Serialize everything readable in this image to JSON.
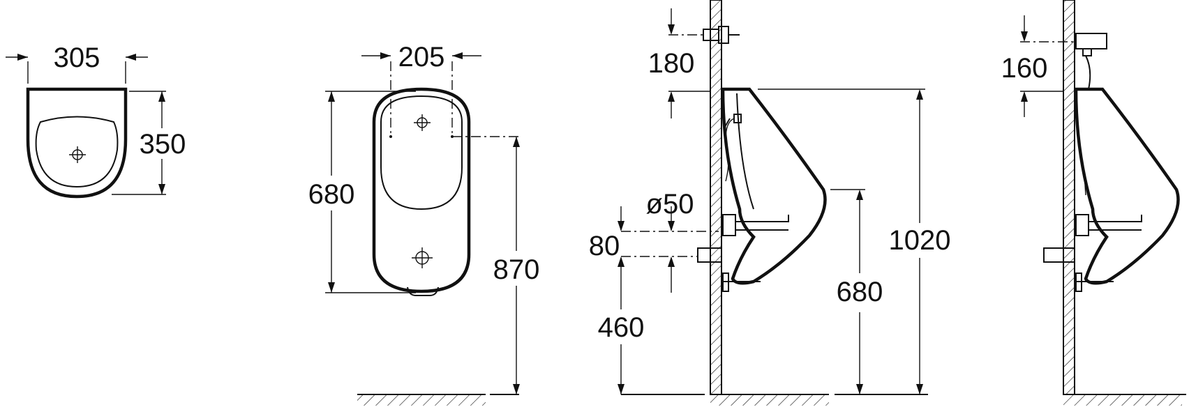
{
  "colors": {
    "line": "#111111",
    "background": "#ffffff"
  },
  "views": {
    "top_view": {
      "width_label": "305",
      "depth_label": "350"
    },
    "front_view": {
      "fixing_spacing_label": "205",
      "height_label": "680",
      "fixing_height_label": "870"
    },
    "side_view_a": {
      "inlet_offset_label": "180",
      "outlet_diameter_label": "ø50",
      "outlet_span_label": "80",
      "outlet_height_label": "460",
      "rim_height_label": "680",
      "top_height_label": "1020"
    },
    "side_view_b": {
      "inlet_offset_label": "160"
    }
  },
  "icons": [
    "centre-mark-icon",
    "arrowhead-icon",
    "wall-hatch-icon",
    "floor-hatch-icon"
  ]
}
